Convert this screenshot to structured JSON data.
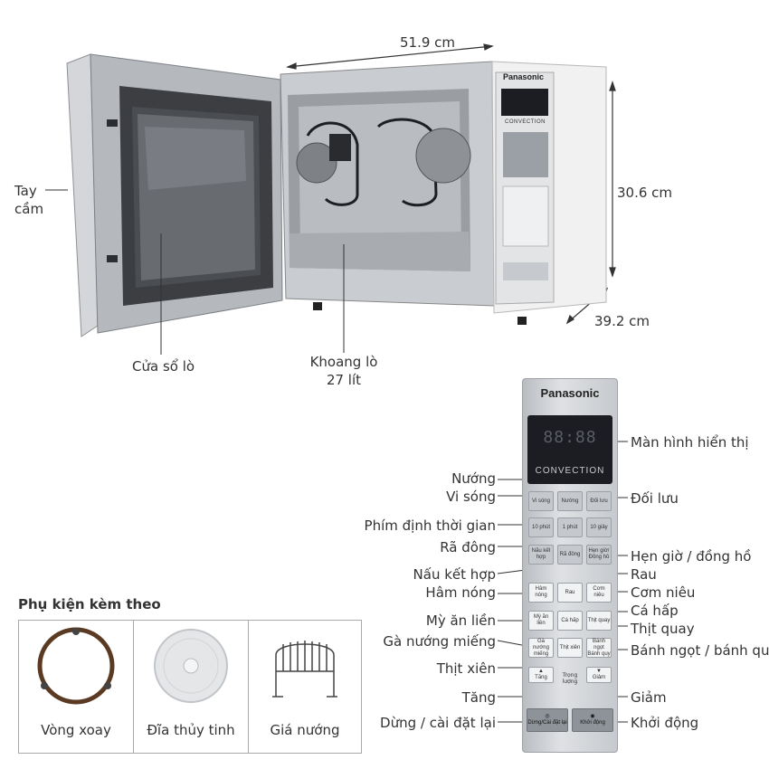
{
  "dimensions": {
    "width": "51.9 cm",
    "height": "30.6 cm",
    "depth": "39.2 cm"
  },
  "top_callouts": {
    "handle": "Tay cầm",
    "window": "Cửa sổ lò",
    "cavity_line1": "Khoang lò",
    "cavity_line2": "27 lít"
  },
  "oven": {
    "brand": "Panasonic",
    "display_text": "CONVECTION"
  },
  "panel": {
    "brand": "Panasonic",
    "display_digits": "88:88",
    "display_text": "CONVECTION",
    "keys": {
      "microwave": "Vi sóng",
      "grill": "Nướng",
      "convection": "Đối lưu",
      "ten_min": "10 phút",
      "one_min": "1 phút",
      "ten_sec": "10 giây",
      "combo": "Nấu kết hợp",
      "defrost": "Rã đông",
      "timer_clock": "Hẹn giờ/Đồng hồ",
      "reheat": "Hâm nóng",
      "vegetables": "Rau",
      "rice": "Cơm niêu",
      "noodles": "Mỳ ăn liền",
      "steamed_fish": "Cá hấp",
      "roast_meat": "Thịt quay",
      "grilled_chicken": "Gà nướng miếng",
      "skewer": "Thịt xiên",
      "cake": "Bánh ngọt Bánh quy",
      "up": "Tăng",
      "weight": "Trọng lượng",
      "down": "Giảm",
      "stop": "Dừng/Cài đặt lại",
      "start": "Khởi động"
    }
  },
  "panel_callouts": {
    "display": "Màn hình hiển thị",
    "grill": "Nướng",
    "microwave": "Vi sóng",
    "convection": "Đối lưu",
    "timer_keys": "Phím định thời gian",
    "defrost": "Rã đông",
    "timer_clock": "Hẹn giờ / đồng hồ",
    "combo": "Nấu kết hợp",
    "vegetables": "Rau",
    "reheat": "Hâm nóng",
    "rice": "Cơm niêu",
    "steamed_fish": "Cá hấp",
    "noodles": "Mỳ ăn liền",
    "roast_meat": "Thịt quay",
    "grilled_chicken": "Gà nướng miếng",
    "cake": "Bánh ngọt / bánh quy",
    "skewer": "Thịt xiên",
    "up": "Tăng",
    "down": "Giảm",
    "stop": "Dừng / cài đặt lại",
    "start": "Khởi động"
  },
  "accessories": {
    "title": "Phụ kiện kèm theo",
    "items": [
      "Vòng xoay",
      "Đĩa thủy tinh",
      "Giá nướng"
    ]
  },
  "colors": {
    "body_silver": "#c9ccd0",
    "body_white": "#f1f1f1",
    "display_black": "#1c1d22",
    "cavity": "#9a9ea3"
  }
}
